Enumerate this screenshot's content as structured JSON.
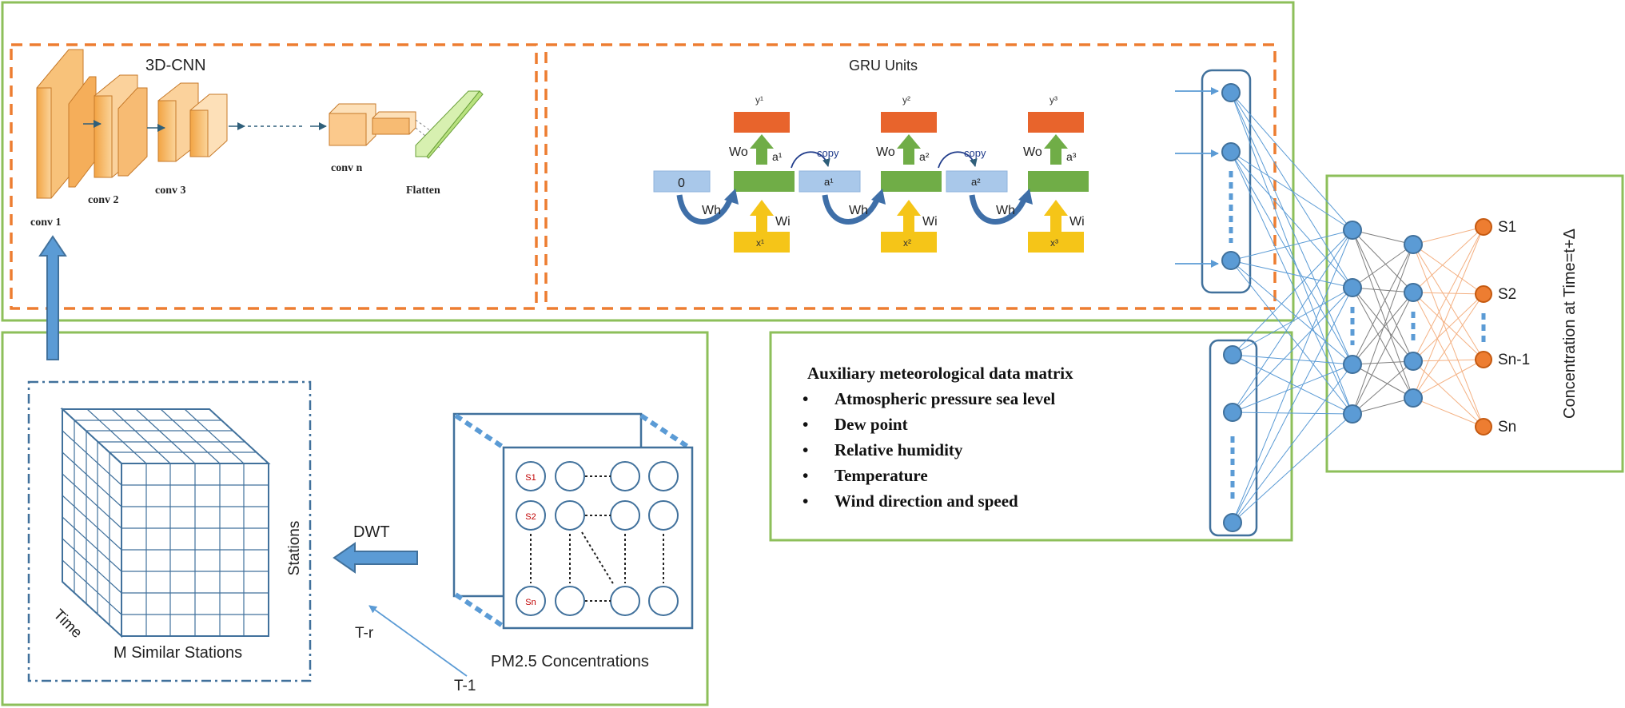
{
  "cnn": {
    "title": "3D-CNN",
    "layers": [
      "conv 1",
      "conv 2",
      "conv 3",
      "conv n",
      "Flatten"
    ]
  },
  "gru": {
    "title": "GRU Units",
    "initial_state": "0",
    "copy_label": "copy",
    "outputs": [
      "y¹",
      "y²",
      "y³"
    ],
    "inputs": [
      "x¹",
      "x²",
      "x³"
    ],
    "activations": [
      "a¹",
      "a²",
      "a³"
    ],
    "w_o": "Wo",
    "w_h": "Wh",
    "w_i": "Wi"
  },
  "aux": {
    "title": "Auxiliary meteorological data matrix",
    "items": [
      "Atmospheric pressure sea level",
      "Dew point",
      "Relative humidity",
      "Temperature",
      "Wind direction and speed"
    ]
  },
  "cube": {
    "caption": "M Similar Stations",
    "time_axis": "Time",
    "stations_axis": "Stations"
  },
  "dwt_label": "DWT",
  "t_r_label": "T-r",
  "t_1_label": "T-1",
  "pm": {
    "caption": "PM2.5 Concentrations",
    "nodes": [
      "S1",
      "S2",
      "Sn"
    ]
  },
  "outputs": {
    "nodes": [
      "S1",
      "S2",
      "Sn-1",
      "Sn"
    ],
    "axis_label": "Concentration at Time=t+Δ"
  },
  "colors": {
    "green_frame": "#8dbf5a",
    "orange_dash": "#ed7d31",
    "node_blue": "#5b9bd5",
    "node_orange": "#ed7d31",
    "steel_blue": "#41719c",
    "gru_orange": "#e8642c",
    "gru_green": "#70ad47",
    "gru_yellow": "#f5c518",
    "gru_lightblue": "#a9c8ea",
    "cnn_orange": "#f5a94f"
  }
}
